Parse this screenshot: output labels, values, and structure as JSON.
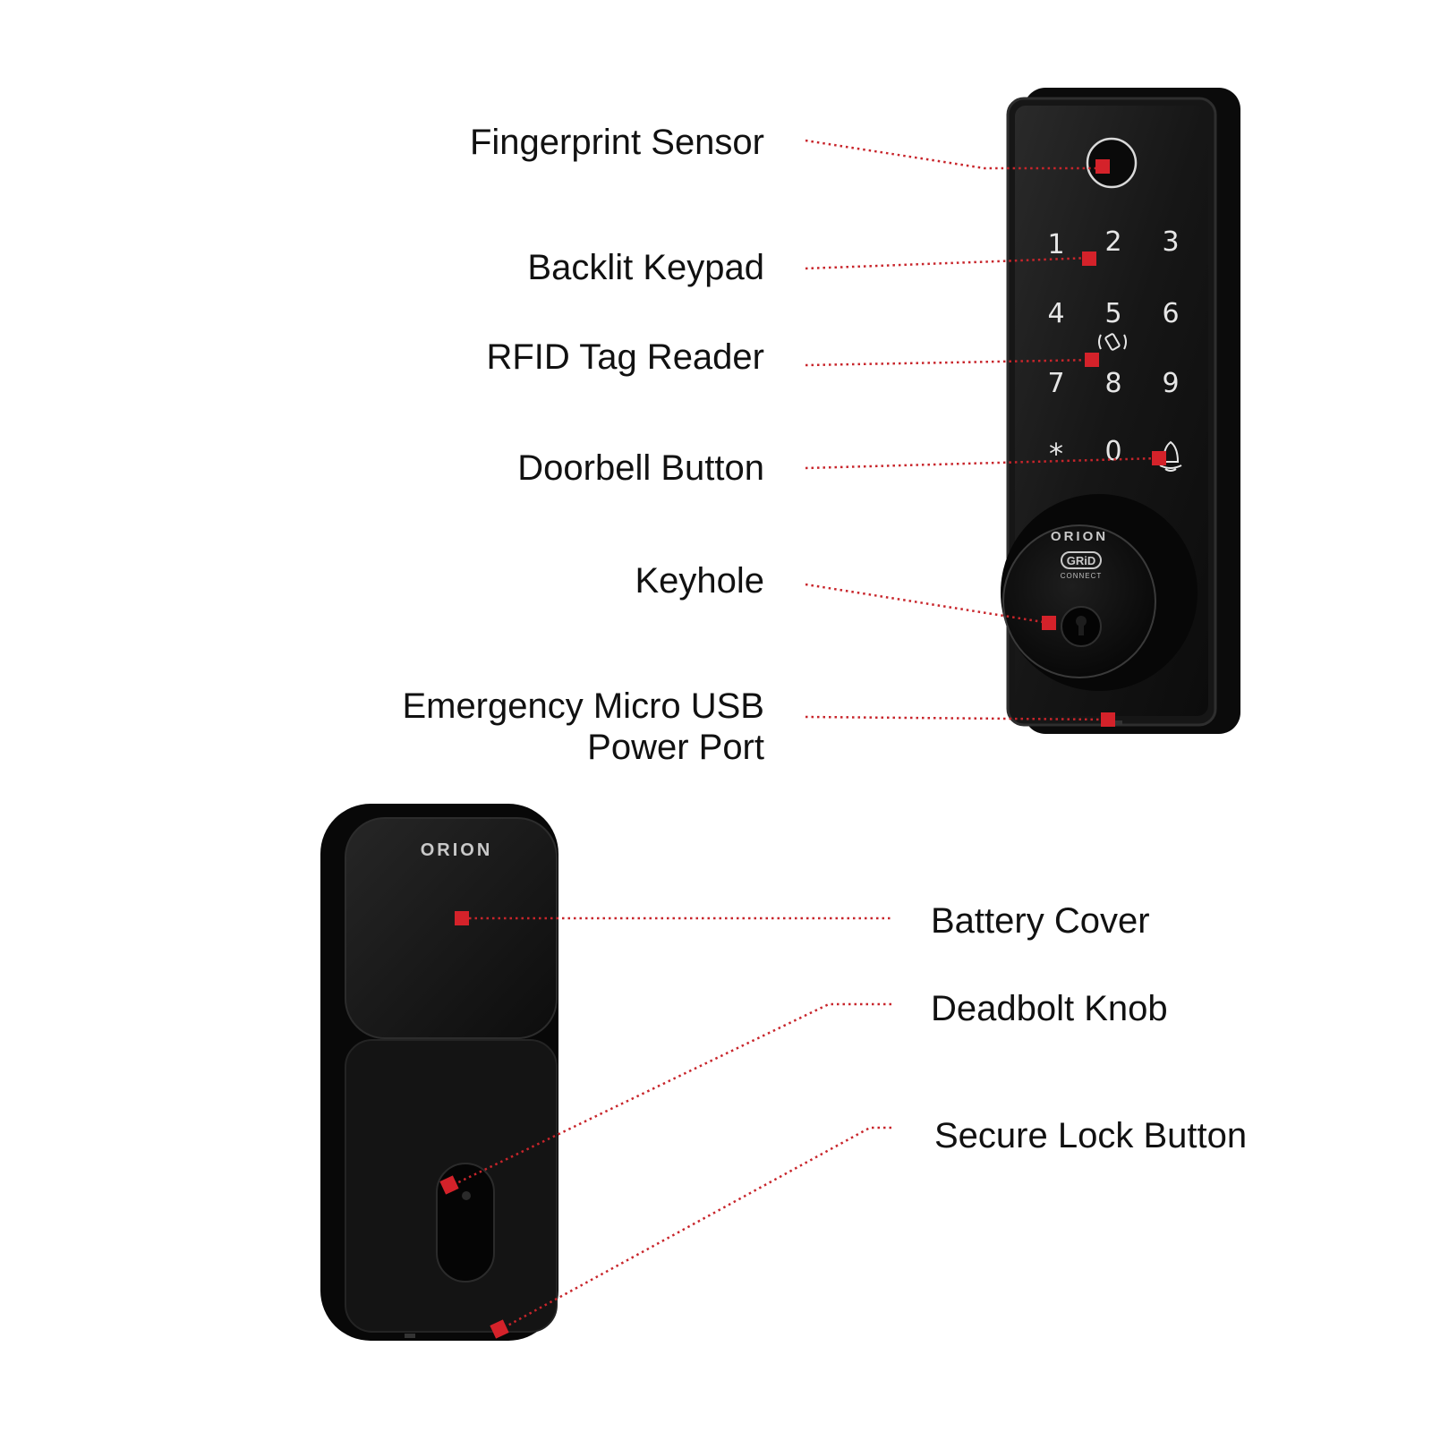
{
  "front_unit": {
    "brand": "ORION",
    "sub_brand": "GRiD",
    "sub_brand_caption": "CONNECT",
    "keys": [
      "1",
      "2",
      "3",
      "4",
      "5",
      "6",
      "7",
      "8",
      "9",
      "*",
      "0"
    ]
  },
  "back_unit": {
    "brand": "ORION"
  },
  "callouts": {
    "fingerprint_sensor": "Fingerprint Sensor",
    "backlit_keypad": "Backlit Keypad",
    "rfid_tag_reader": "RFID Tag Reader",
    "doorbell_button": "Doorbell Button",
    "keyhole": "Keyhole",
    "usb_port_line1": "Emergency Micro USB",
    "usb_port_line2": "Power Port",
    "battery_cover": "Battery Cover",
    "deadbolt_knob": "Deadbolt Knob",
    "secure_lock_button": "Secure Lock Button"
  },
  "colors": {
    "accent": "#d4222a",
    "device_body": "#111111",
    "text": "#111111"
  },
  "icons": [
    "fingerprint-sensor-icon",
    "rfid-icon",
    "doorbell-icon",
    "keyhole-icon"
  ]
}
